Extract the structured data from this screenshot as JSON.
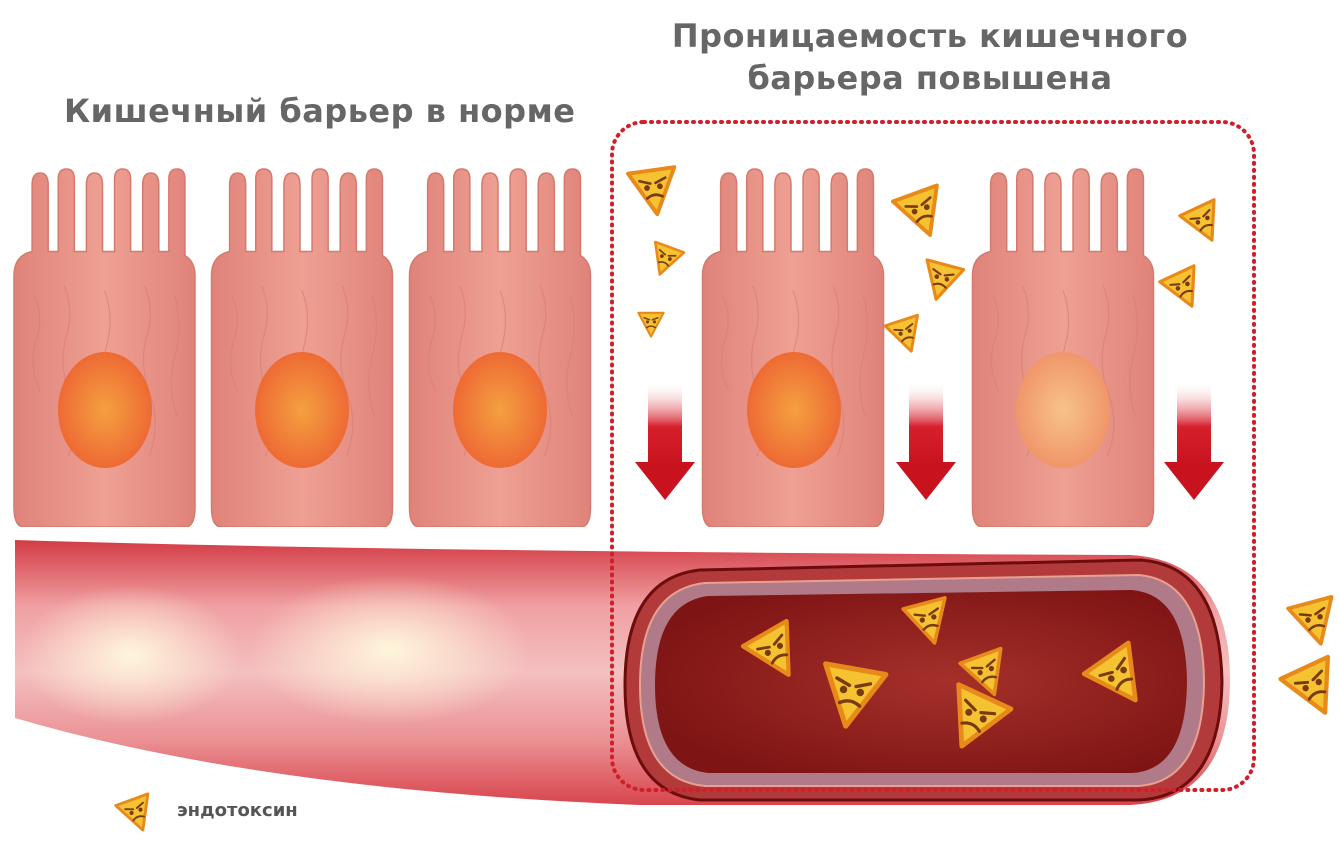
{
  "titles": {
    "normal": "Кишечный барьер в норме",
    "increased": "Проницаемость кишечного барьера повышена"
  },
  "legend": {
    "endotoxin_label": "эндотоксин",
    "icon": "endotoxin-triangle-icon"
  },
  "colors": {
    "cell_fill": "#e89080",
    "cell_edge": "#d47a6c",
    "nucleus": "#f08a3a",
    "vessel_outer": "#e35b60",
    "vessel_inner": "#9c1818",
    "arrow": "#c8121e",
    "dotted_border": "#d11f2a",
    "toxin_fill": "#f5c232",
    "toxin_edge": "#e88a1a"
  }
}
